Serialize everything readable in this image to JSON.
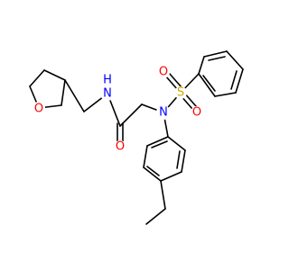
{
  "colors": {
    "background": "#ffffff",
    "bond": "#000000",
    "N": "#0000ff",
    "O": "#ff0000",
    "S": "#ccaa00"
  },
  "atoms": {
    "O_ring": "O",
    "N_amide": "N",
    "H_amide": "H",
    "O_carbonyl": "O",
    "N_sulfonamide": "N",
    "S": "S",
    "O_s1": "O",
    "O_s2": "O"
  }
}
